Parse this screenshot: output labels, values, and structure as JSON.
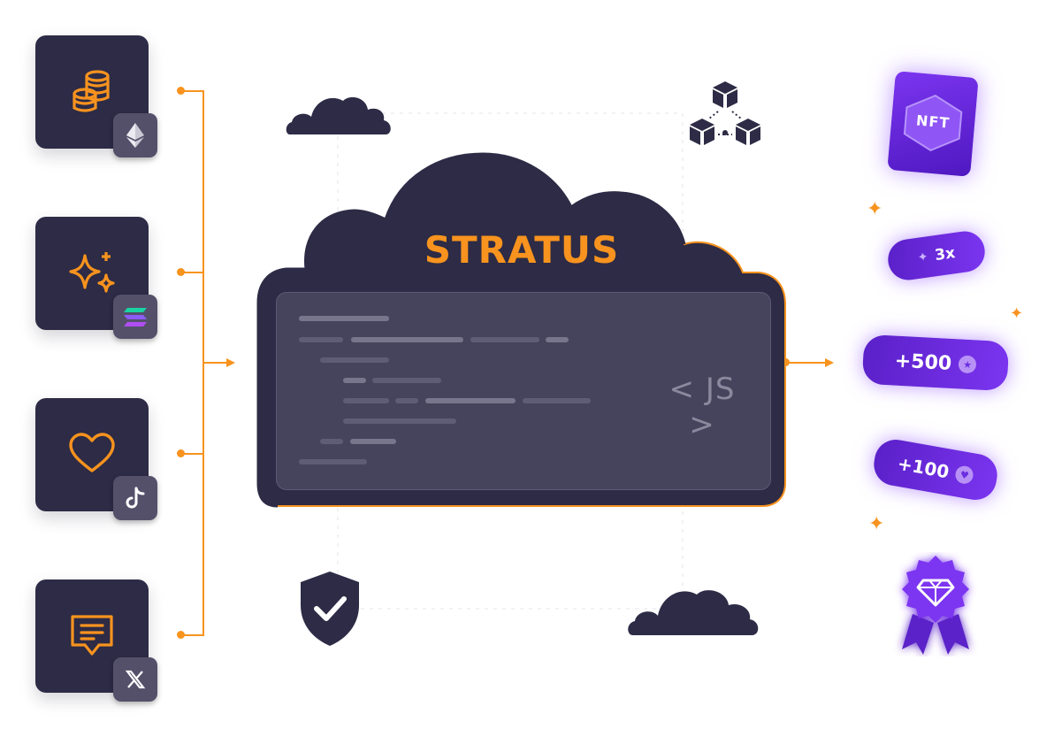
{
  "title": "STRATUS",
  "code_tag": "< JS >",
  "sources": [
    {
      "icon": "coins-icon",
      "badge": "ethereum-icon"
    },
    {
      "icon": "sparkles-icon",
      "badge": "solana-icon"
    },
    {
      "icon": "heart-icon",
      "badge": "tiktok-icon"
    },
    {
      "icon": "message-icon",
      "badge": "x-icon"
    }
  ],
  "rewards": {
    "nft_label": "NFT",
    "multiplier_label": "3x",
    "points_500": "+500",
    "points_100": "+100"
  },
  "colors": {
    "accent": "#f7931e",
    "dark": "#2d2b45",
    "purple": "#6a2ee0"
  }
}
